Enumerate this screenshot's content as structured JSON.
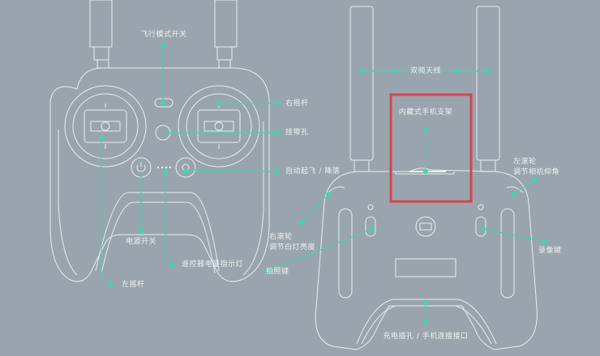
{
  "colors": {
    "background": "#9aa4ae",
    "outline": "#e8eef0",
    "callout": "#3dd6b0",
    "highlight_box": "#d8434b"
  },
  "left_controller": {
    "view": "front",
    "labels": {
      "flight_mode_switch": "飞行模式开关",
      "right_stick": "右摇杆",
      "lanyard_hole": "挂带孔",
      "auto_takeoff_landing": "自动起飞 / 降落",
      "power_switch": "电源开关",
      "battery_indicator": "遥控器电量指示灯",
      "left_stick": "左摇杆"
    }
  },
  "right_controller": {
    "view": "back",
    "labels": {
      "dual_band_antenna": "双频天线",
      "built_in_phone_holder": "内藏式手机支架",
      "left_dial_line1": "左滚轮",
      "left_dial_line2": "调节相机仰角",
      "right_dial_line1": "右滚轮",
      "right_dial_line2": "调节白灯亮度",
      "photo_button": "拍照键",
      "record_button": "录像键",
      "charging_port": "充电插孔 / 手机连接接口"
    }
  }
}
